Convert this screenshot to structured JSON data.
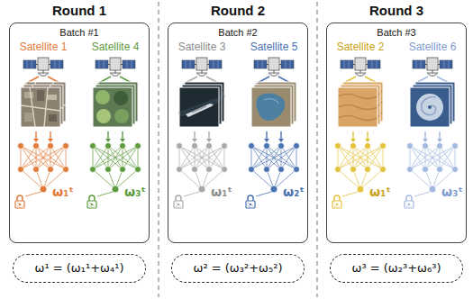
{
  "diagram": {
    "nodes": [
      {
        "text": [
          "Round 1",
          "Batch #1"
        ]
      },
      {
        "text": [
          "Round 2",
          "Batch #2"
        ]
      },
      {
        "text": [
          "Round 3",
          "Batch #3"
        ]
      },
      {
        "text": [
          "ω¹ = (ω₁¹+ω₄¹)"
        ]
      },
      {
        "text": [
          "ω² = (ω₃²+ω₅²)"
        ]
      },
      {
        "text": [
          "ω³ = (ω₂³+ω₆³)"
        ]
      }
    ],
    "labels": [
      "Satellite 1",
      "ω₁ᵗ",
      "Satellite 4",
      "ω₃ᵗ",
      "Satellite 3",
      "ω₁ᵗ",
      "Satellite 5",
      "ω₂ᵗ",
      "Satellite 2",
      "ω₁ᵗ",
      "Satellite 6",
      "ω₃ᵗ"
    ]
  }
}
